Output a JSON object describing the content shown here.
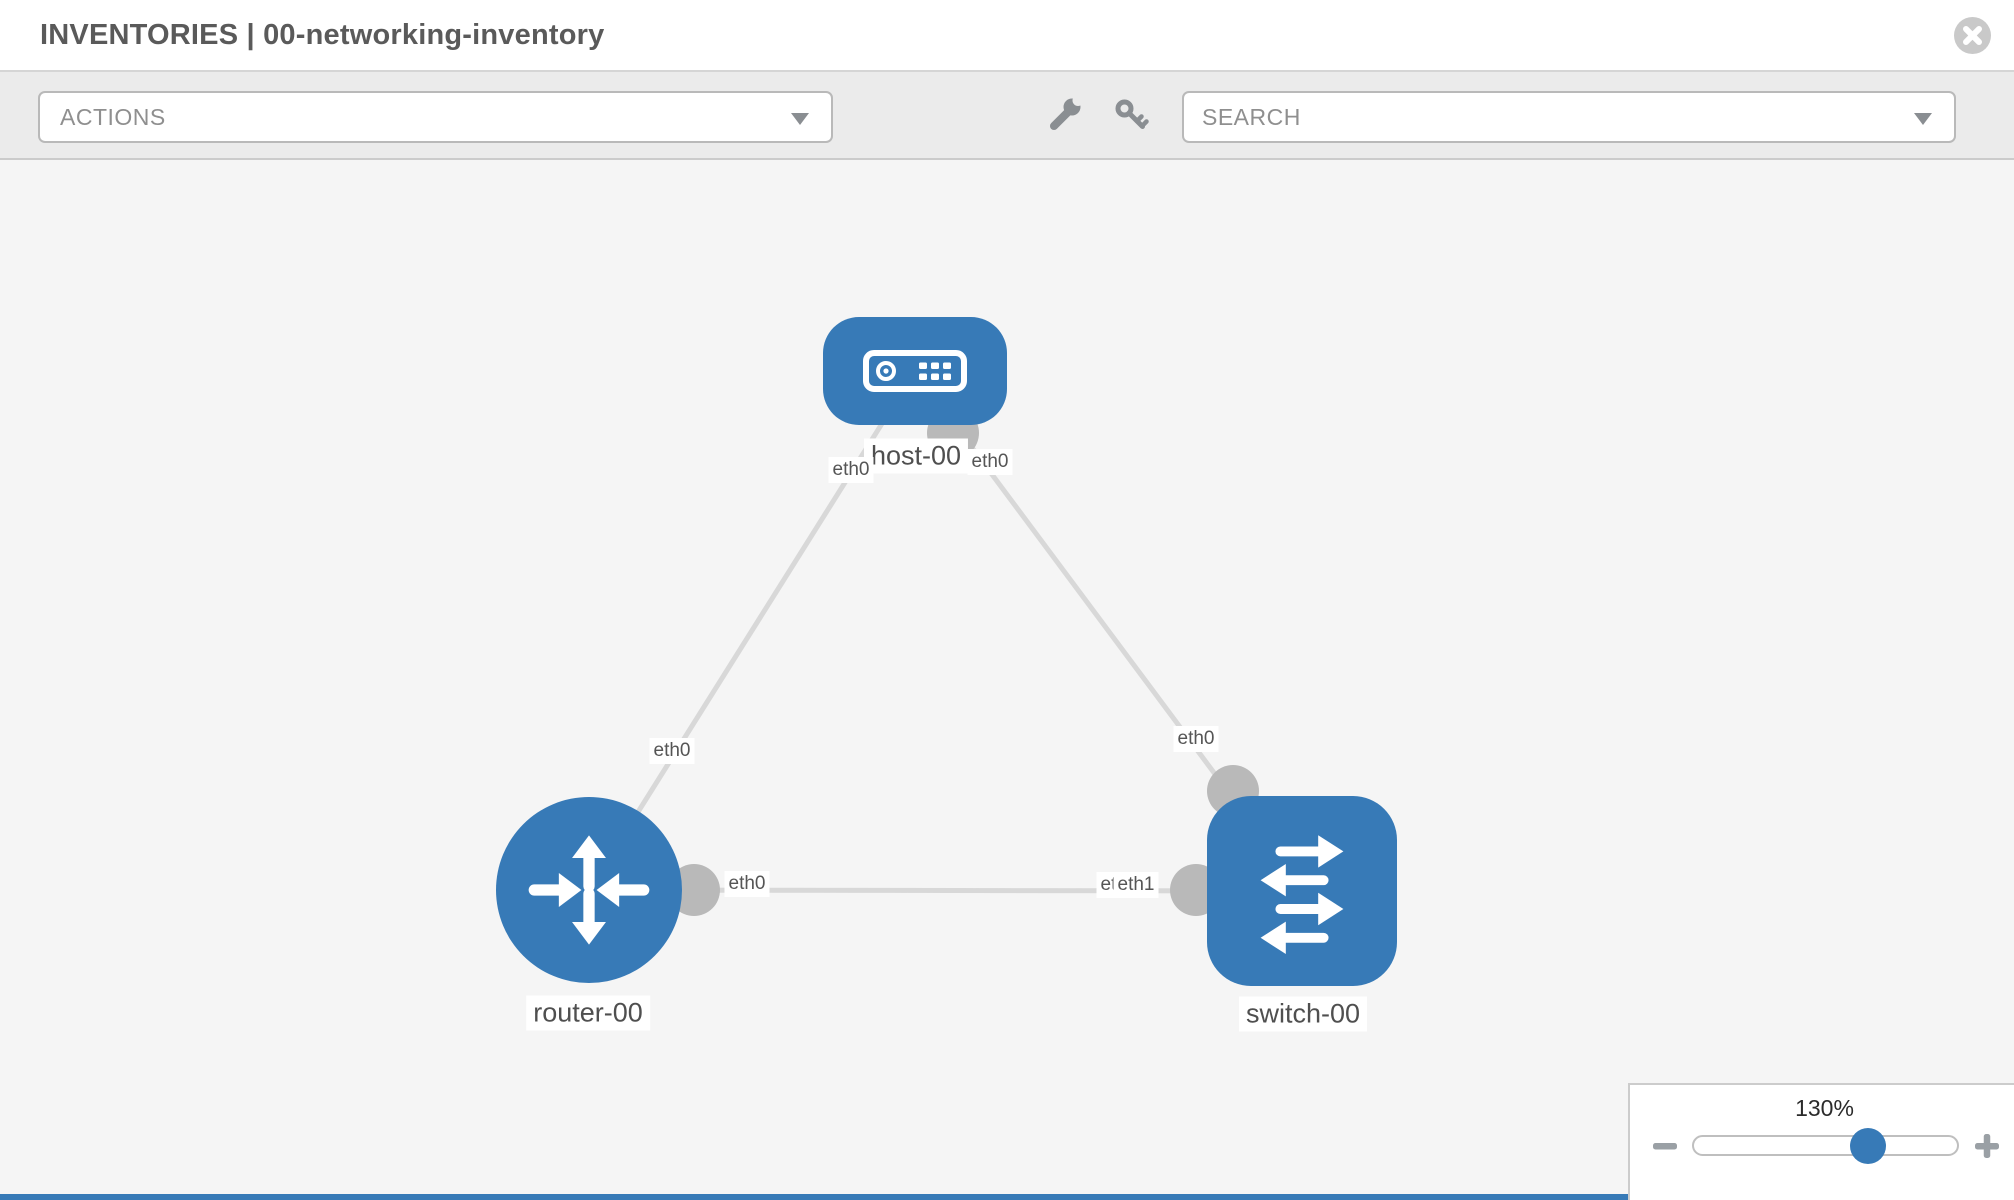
{
  "header": {
    "title": "INVENTORIES | 00-networking-inventory"
  },
  "toolbar": {
    "actions_label": "ACTIONS",
    "search_placeholder": "SEARCH"
  },
  "topology": {
    "nodes": [
      {
        "id": "host-00",
        "type": "host",
        "label": "host-00"
      },
      {
        "id": "router-00",
        "type": "router",
        "label": "router-00"
      },
      {
        "id": "switch-00",
        "type": "switch",
        "label": "switch-00"
      }
    ],
    "links": [
      {
        "from": "host-00",
        "to": "router-00"
      },
      {
        "from": "host-00",
        "to": "switch-00"
      },
      {
        "from": "router-00",
        "to": "switch-00"
      }
    ],
    "interface_labels": [
      {
        "text": "eth0",
        "link": "host-00>router-00",
        "near": "host-00"
      },
      {
        "text": "eth0",
        "link": "host-00>switch-00",
        "near": "host-00"
      },
      {
        "text": "eth0",
        "link": "host-00>router-00",
        "near": "router-00"
      },
      {
        "text": "eth0",
        "link": "host-00>switch-00",
        "near": "switch-00"
      },
      {
        "text": "eth0",
        "link": "router-00>switch-00",
        "near": "router-00"
      },
      {
        "text": "eth0",
        "link": "router-00>switch-00",
        "near": "switch-00"
      },
      {
        "text": "eth1",
        "link": "router-00>switch-00",
        "near": "switch-00"
      }
    ]
  },
  "zoom_control": {
    "level": "130%"
  },
  "colors": {
    "node_blue": "#377ab7",
    "link_gray": "#d8d8d8",
    "port_gray": "#b9b9b9",
    "toolbar_bg": "#ebebeb",
    "canvas_bg": "#f5f5f5"
  }
}
